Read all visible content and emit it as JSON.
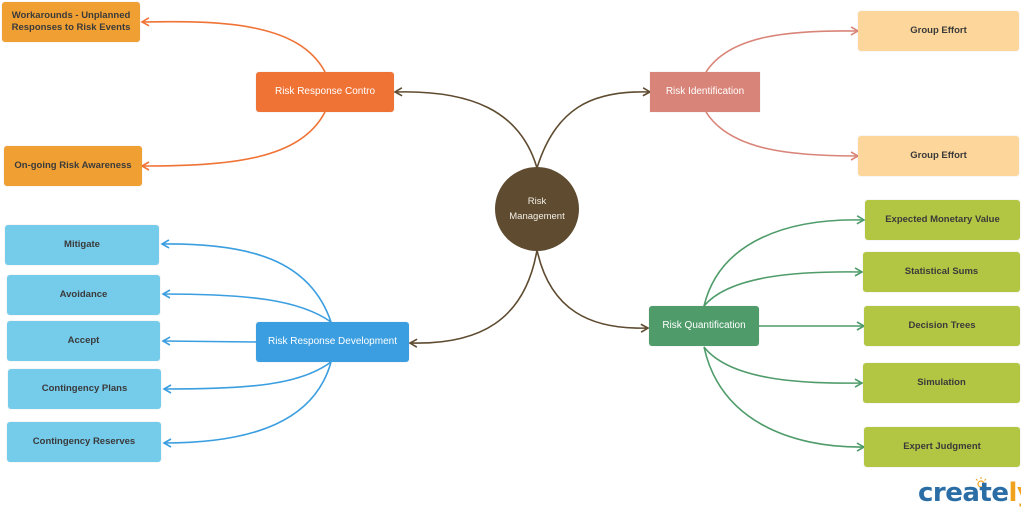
{
  "diagram": {
    "title": "Risk Management",
    "center": {
      "line1": "Risk",
      "line2": "Management"
    },
    "branches": {
      "control": {
        "label": "Risk Response Contro",
        "children": [
          "Workarounds - Unplanned Responses to Risk Events",
          "On-going Risk Awareness"
        ]
      },
      "identification": {
        "label": "Risk Identification",
        "children": [
          "Group Effort",
          "Group Effort"
        ]
      },
      "development": {
        "label": "Risk Response Development",
        "children": [
          "Mitigate",
          "Avoidance",
          "Accept",
          "Contingency Plans",
          "Contingency Reserves"
        ]
      },
      "quantification": {
        "label": "Risk Quantification",
        "children": [
          "Expected Monetary Value",
          "Statistical Sums",
          "Decision Trees",
          "Simulation",
          "Expert Judgment"
        ]
      }
    },
    "colors": {
      "center": "#5e4b30",
      "control": "#f07336",
      "control_child": "#f0a033",
      "identification": "#d98478",
      "identification_child": "#fcd69a",
      "development": "#3a9ee0",
      "development_child": "#74cbea",
      "quantification": "#4f9c6a",
      "quantification_child": "#b3c643"
    }
  },
  "branding": {
    "logo_main": "create",
    "logo_accent": "ly"
  }
}
